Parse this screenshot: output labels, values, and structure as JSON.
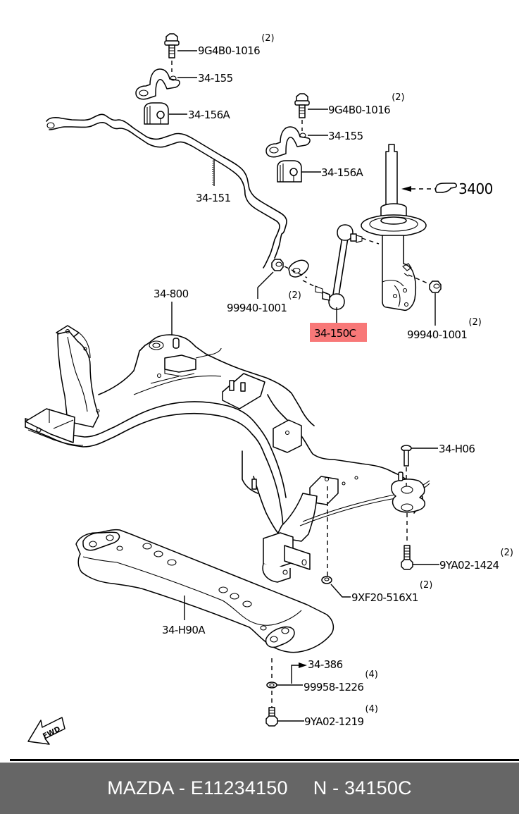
{
  "diagram": {
    "parts": {
      "bolt_upper_left": {
        "number": "9G4B0-1016",
        "qty": "(2)"
      },
      "bracket_left": {
        "number": "34-155"
      },
      "bushing_left": {
        "number": "34-156A"
      },
      "bolt_upper_right": {
        "number": "9G4B0-1016",
        "qty": "(2)"
      },
      "bracket_right": {
        "number": "34-155"
      },
      "bushing_right": {
        "number": "34-156A"
      },
      "stabilizer_bar": {
        "number": "34-151"
      },
      "strut_ref": {
        "number": "3400"
      },
      "nut_left": {
        "number": "99940-1001",
        "qty": "(2)"
      },
      "stabilizer_link": {
        "number": "34-150C",
        "highlighted": true
      },
      "nut_right": {
        "number": "99940-1001",
        "qty": "(2)"
      },
      "crossmember": {
        "number": "34-800"
      },
      "bolt_h06": {
        "number": "34-H06"
      },
      "bolt_rear": {
        "number": "9YA02-1424",
        "qty": "(2)"
      },
      "nut_bottom": {
        "number": "9XF20-516X1",
        "qty": "(2)"
      },
      "brace": {
        "number": "34-H90A"
      },
      "ref_386": {
        "number": "34-386"
      },
      "washer": {
        "number": "99958-1226",
        "qty": "(4)"
      },
      "bolt_bottom": {
        "number": "9YA02-1219",
        "qty": "(4)"
      }
    },
    "fwd_label": "FWD",
    "highlight_color": "#f87878"
  },
  "footer": {
    "brand_part": "MAZDA - E11234150",
    "ref_part": "N - 34150C",
    "background": "#666666"
  }
}
